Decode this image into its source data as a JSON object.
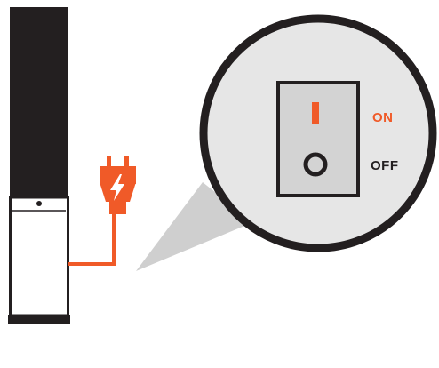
{
  "labels": {
    "on": "ON",
    "off": "OFF"
  },
  "icons": {
    "plug": "power-plug-icon",
    "lightning": "lightning-bolt-icon"
  },
  "colors": {
    "accent_orange": "#f05a28",
    "dark": "#231f20",
    "zoom_fill": "#e6e6e6",
    "callout_wedge": "#cfcfcf",
    "switch_panel": "#d3d3d3",
    "background": "#ffffff"
  },
  "switch": {
    "state_marks": [
      "on",
      "off"
    ]
  }
}
